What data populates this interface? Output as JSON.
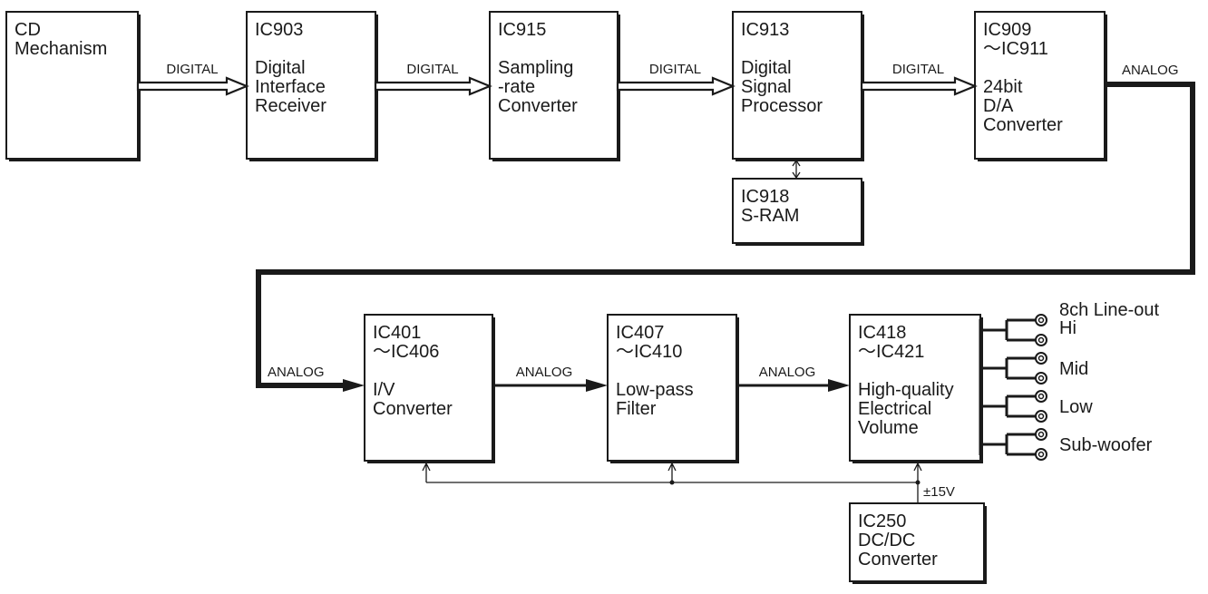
{
  "blocks": {
    "cd": {
      "lines": [
        "CD",
        "Mechanism"
      ]
    },
    "ic903": {
      "lines": [
        "IC903",
        "",
        "Digital",
        "Interface",
        "Receiver"
      ]
    },
    "ic915": {
      "lines": [
        "IC915",
        "",
        "Sampling",
        "-rate",
        "Converter"
      ]
    },
    "ic913": {
      "lines": [
        "IC913",
        "",
        "Digital",
        "Signal",
        "Processor"
      ]
    },
    "ic909": {
      "lines": [
        "IC909",
        "～IC911",
        "",
        "24bit",
        "D/A",
        "Converter"
      ]
    },
    "ic918": {
      "lines": [
        "IC918",
        "S-RAM"
      ]
    },
    "ic401": {
      "lines": [
        "IC401",
        "～IC406",
        "",
        "I/V",
        "Converter"
      ]
    },
    "ic407": {
      "lines": [
        "IC407",
        "～IC410",
        "",
        "Low-pass",
        "Filter"
      ]
    },
    "ic418": {
      "lines": [
        "IC418",
        "～IC421",
        "",
        "High-quality",
        "Electrical",
        "Volume"
      ]
    },
    "ic250": {
      "lines": [
        "IC250",
        "DC/DC",
        "Converter"
      ]
    }
  },
  "signals": {
    "digital": "DIGITAL",
    "analog": "ANALOG",
    "power": "±15V"
  },
  "outputs": {
    "title": "8ch Line-out",
    "channels": [
      "Hi",
      "Mid",
      "Low",
      "Sub-woofer"
    ]
  }
}
